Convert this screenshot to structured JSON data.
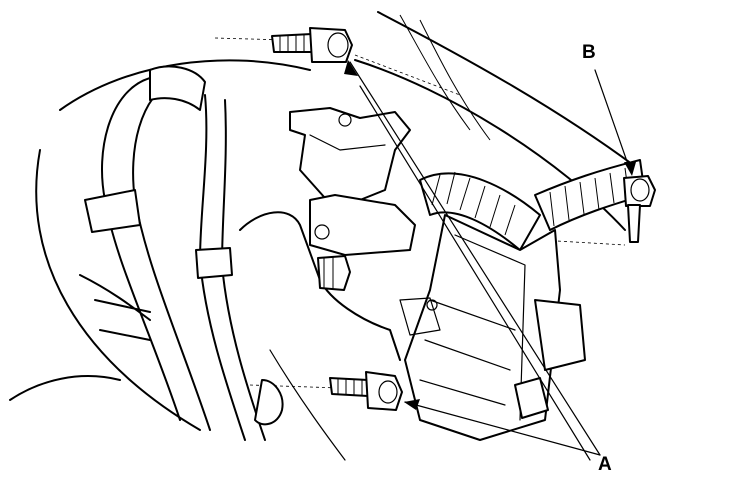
{
  "diagram": {
    "callouts": [
      {
        "id": "A",
        "text": "A",
        "refers_to": "bolts"
      },
      {
        "id": "B",
        "text": "B",
        "refers_to": "bolt"
      }
    ]
  }
}
